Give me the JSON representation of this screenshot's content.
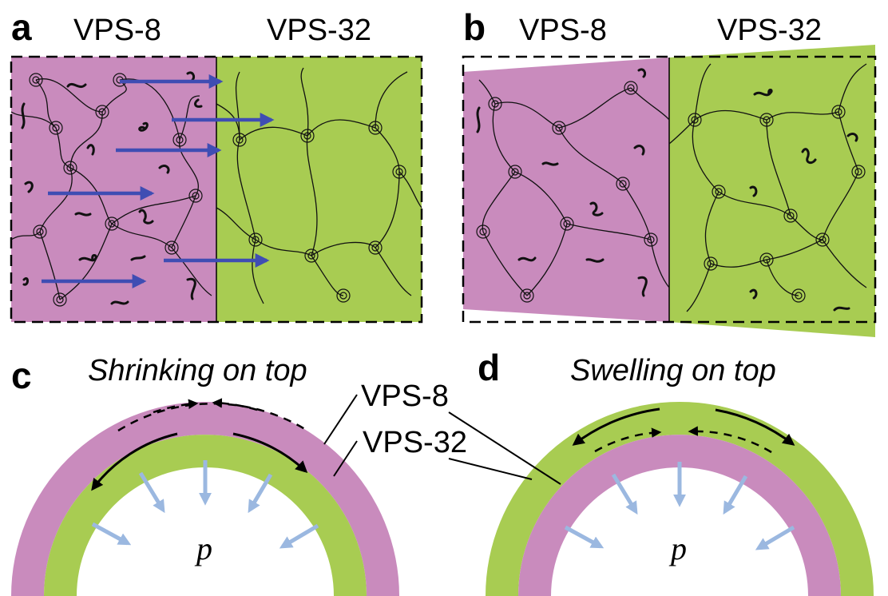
{
  "panels": {
    "a": {
      "letter": "a",
      "left_label": "VPS-8",
      "right_label": "VPS-32"
    },
    "b": {
      "letter": "b",
      "left_label": "VPS-8",
      "right_label": "VPS-32"
    },
    "c": {
      "letter": "c",
      "caption": "Shrinking on top",
      "pressure": "p"
    },
    "d": {
      "letter": "d",
      "caption": "Swelling on top",
      "pressure": "p"
    }
  },
  "callouts": {
    "outer": "VPS-8",
    "inner": "VPS-32"
  },
  "colors": {
    "vps8": "#c98bbd",
    "vps32": "#a8cc52",
    "flow_arrow": "#3f4db3",
    "pressure_arrow": "#9bb8e0"
  }
}
